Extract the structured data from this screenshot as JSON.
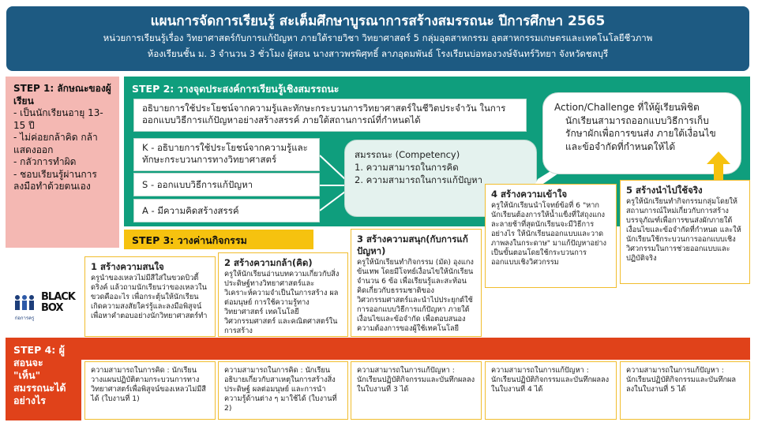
{
  "header": {
    "title": "แผนการจัดการเรียนรู้ สะเต็มศึกษาบูรณาการสร้างสมรรถนะ ปีการศึกษา 2565",
    "line2": "หน่วยการเรียนรู้เรื่อง วิทยาศาสตร์กับการแก้ปัญหา ภายใต้รายวิชา วิทยาศาสตร์ 5 กลุ่มอุตสาหกรรม อุตสาหกรรมเกษตรและเทคโนโลยีชีวภาพ",
    "line3": "ห้องเรียนชั้น ม. 3 จำนวน 3 ชั่วโมง ผู้สอน นางสาวพรพิศุทธิ์ ลาภอุดมพันธ์ โรงเรียนบ่อทองวงษ์จันทร์วิทยา จังหวัดชลบุรี"
  },
  "step1": {
    "title": "STEP 1: ลักษณะของผู้เรียน",
    "items": [
      "- เป็นนักเรียนอายุ 13-15 ปี",
      "- ไม่ค่อยกล้าคิด กล้าแสดงออก",
      "- กลัวการทำผิด",
      "- ชอบเรียนรู้ผ่านการลงมือทำด้วยตนเอง"
    ]
  },
  "step2": {
    "title": "STEP 2: วางจุดประสงค์การเรียนรู้เชิงสมรรถนะ",
    "objective": "อธิบายการใช้ประโยชน์จากความรู้และทักษะกระบวนการวิทยาศาสตร์ในชีวิตประจำวัน ในการออกแบบวิธีการแก้ปัญหาอย่างสร้างสรรค์ ภายใต้สถานการณ์ที่กำหนดได้",
    "k": "K - อธิบายการใช้ประโยชน์จากความรู้และทักษะกระบวนการทางวิทยาศาสตร์",
    "s": "S - ออกแบบวิธีการแก้ปัญหา",
    "a": "A - มีความคิดสร้างสรรค์",
    "competency_title": "สมรรถนะ (Competency)",
    "competency_1": "1. ความสามารถในการคิด",
    "competency_2": "2. ความสามารถในการแก้ปัญหา",
    "action_title": "Action/Challenge ที่ให้ผู้เรียนพิชิต",
    "action_text": "นักเรียนสามารถออกแบบวิธีการเก็บรักษาผักเพื่อการขนส่ง ภายใต้เงื่อนไขและข้อจำกัดที่กำหนดให้ได้"
  },
  "step3": {
    "title": "STEP 3: วางค่านกิจกรรม"
  },
  "activities": [
    {
      "title": "1 สร้างความสนใจ",
      "text": "ครูนำของเหลวไม่มีสีใส่ในขวดบิวตี้ดริงค์ แล้วถามนักเรียนว่าของเหลวในขวดคืออะไร เพื่อกระตุ้นให้นักเรียนเกิดความสงสัยใคร่รู้และลงมือพิสูจน์เพื่อหาคำตอบอย่างนักวิทยาศาสตร์ทำ"
    },
    {
      "title": "2 สร้างความกล้า(คิด)",
      "text": "ครูให้นักเรียนอ่านบทความเกี่ยวกับสิ่งประดิษฐ์ทางวิทยาศาสตร์และวิเคราะห์ความจำเป็นในการสร้าง ผลต่อมนุษย์ การใช้ความรู้ทางวิทยาศาสตร์ เทคโนโลยี วิศวกรรมศาสตร์ และคณิตศาสตร์ในการสร้าง"
    },
    {
      "title": "3 สร้างความสนุก(กับการแก้ปัญหา)",
      "text": "ครูให้นักเรียนทำกิจกรรม (มัด) อุงแกงข้นเทพ โดยมีโจทย์เงื่อนไขให้นักเรียนจำนวน 6 ข้อ เพื่อเรียนรู้และสะท้อนคิดเกี่ยวกับธรรมชาติของวิศวกรรมศาสตร์และนำไปประยุกต์ใช้การออกแบบวิธีการแก้ปัญหา ภายใต้เงื่อนไขและข้อจำกัด เพื่อตอบสนองความต้องการของผู้ใช้เทคโนโลยี"
    },
    {
      "title": "4 สร้างความเข้าใจ",
      "text": "ครูให้นักเรียนนำโจทย์ข้อที่ 6 \"หากนักเรียนต้องการให้น้ำแข็งที่ใส่ถุงแกงละลายช้าที่สุดนักเรียนจะมีวิธีการอย่างไร ให้นักเรียนออกแบบและวาดภาพลงในกระดาษ\" มาแก้ปัญหาอย่างเป็นขั้นตอนโดยใช้กระบวนการออกแบบเชิงวิศวกรรม"
    },
    {
      "title": "5 สร้างนำไปใช้จริง",
      "text": "ครูให้นักเรียนทำกิจกรรมกลุ่มโดยให้สถานการณ์ใหม่เกี่ยวกับการสร้างบรรจุภัณฑ์เพื่อการขนส่งผักภายใต้เงื่อนไขและข้อจำกัดที่กำหนด และให้นักเรียนใช้กระบวนการออกแบบเชิงวิศวกรรมในการช่วยออกแบบและปฏิบัติจริง"
    }
  ],
  "step4": {
    "title": "STEP 4: ผู้สอนจะ \"เห็น\" สมรรถนะได้อย่างไร"
  },
  "evidence": [
    "ความสามารถในการคิด : นักเรียนวางแผนปฏิบัติตามกระบวนการทางวิทยาศาสตร์เพื่อพิสูจน์ของเหลวไม่มีสีได้ (ใบงานที่ 1)",
    "ความสามารถในการคิด : นักเรียนอธิบายเกี่ยวกับสาเหตุในการสร้างสิ่งประดิษฐ์ ผลต่อมนุษย์ และการนำความรู้ด้านต่าง ๆ มาใช้ได้ (ใบงานที่ 2)",
    "ความสามารถในการแก้ปัญหา : นักเรียนปฏิบัติกิจกรรมและบันทึกผลลงในใบงานที่ 3 ได้",
    "ความสามารถในการแก้ปัญหา : นักเรียนปฏิบัติกิจกรรมและบันทึกผลลงในใบงานที่ 4 ได้",
    "ความสามารถในการแก้ปัญหา : นักเรียนปฏิบัติกิจกรรมและบันทึกผลลงในใบงานที่ 5 ได้"
  ],
  "logos": {
    "left": "ก่อการครู",
    "right": "BLACK BOX"
  },
  "colors": {
    "header": "#1d5a82",
    "step1": "#f4b8b3",
    "step2": "#0f9e7d",
    "step3": "#f6c20f",
    "step4": "#e0421a",
    "box_border": "#f1bd2e"
  }
}
